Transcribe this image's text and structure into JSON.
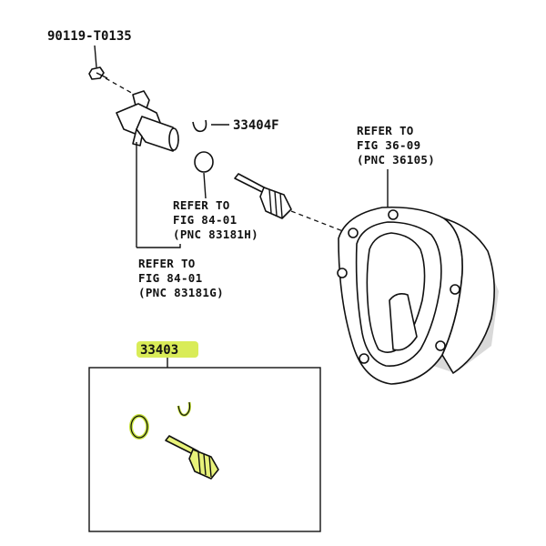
{
  "labels": {
    "bolt_part_no": "90119-T0135",
    "clip_part_no": "33404F",
    "kit_part_no": "33403",
    "ref_housing": [
      "REFER TO",
      "FIG 36-09",
      "(PNC 36105)"
    ],
    "ref_oring": [
      "REFER TO",
      "FIG 84-01",
      "(PNC 83181H)"
    ],
    "ref_sensor": [
      "REFER TO",
      "FIG 84-01",
      "(PNC 83181G)"
    ]
  },
  "colors": {
    "highlight": "#c6e23a",
    "kit_highlight_bg": "#d9ec58",
    "line": "#111111"
  }
}
